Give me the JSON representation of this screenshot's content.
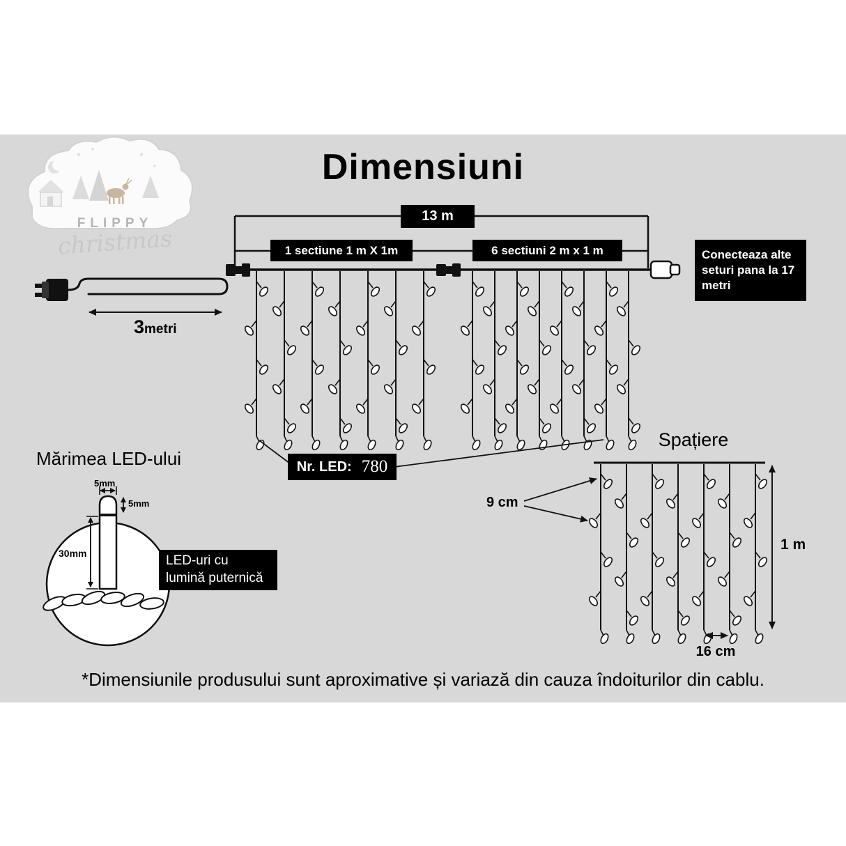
{
  "title": "Dimensiuni",
  "logo": {
    "brand": "FLIPPY",
    "script": "christmas"
  },
  "dims": {
    "total": "13 m",
    "section1": "1 sectiune 1 m X 1m",
    "section2": "6 sectiuni 2 m x 1 m",
    "connect": "Conecteaza alte seturi pana la 17 metri",
    "lead_value": "3",
    "lead_unit": "metri"
  },
  "led": {
    "count_label": "Nr. LED:",
    "count_value": "780"
  },
  "spacing": {
    "title": "Spațiere",
    "gap9": "9 cm",
    "height": "1 m",
    "gap16": "16 cm"
  },
  "size": {
    "title": "Mărimea LED-ului",
    "width_label": "5mm",
    "dome_label": "5mm",
    "height_label": "30mm",
    "note": "LED-uri cu lumină puternică"
  },
  "footnote": "*Dimensiunile produsului sunt aproximative și variază din cauza îndoiturilor din cablu.",
  "colors": {
    "band": "#d8d8d8",
    "badge_bg": "#000000",
    "badge_text": "#ffffff",
    "line": "#111111"
  }
}
